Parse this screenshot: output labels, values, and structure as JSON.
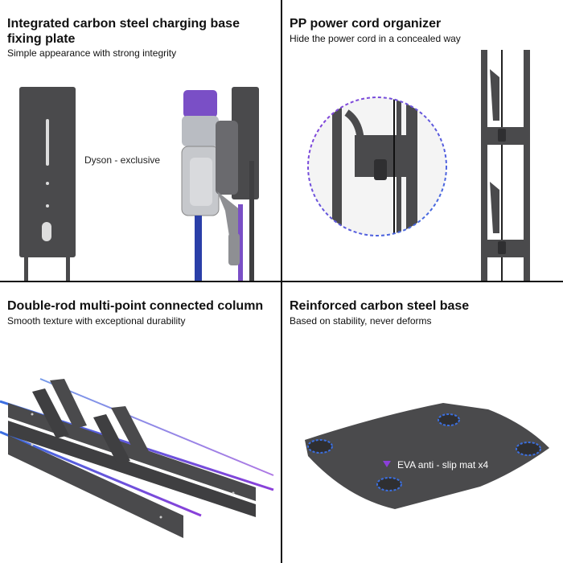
{
  "panels": [
    {
      "title": "Integrated carbon steel charging base fixing plate",
      "subtitle": "Simple appearance with strong integrity",
      "note": "Dyson - exclusive",
      "image": "wall-plate-and-vacuum-icon"
    },
    {
      "title": "PP power cord organizer",
      "subtitle": "Hide the power cord in a concealed way",
      "image": "cord-organizer-zoom-icon"
    },
    {
      "title": "Double-rod multi-point connected column",
      "subtitle": "Smooth texture with exceptional durability",
      "image": "double-rod-column-icon"
    },
    {
      "title": "Reinforced carbon steel base",
      "subtitle": "Based on stability, never deforms",
      "note": "EVA anti - slip mat x4",
      "image": "steel-base-plate-icon"
    }
  ],
  "colors": {
    "steel": "#4a4a4c",
    "steel_dark": "#333335",
    "accent_purple": "#8b3fd9",
    "accent_blue": "#3b6fe0",
    "vacuum_purple": "#7a4fc6",
    "vacuum_wand_blue": "#2a3fa8"
  }
}
